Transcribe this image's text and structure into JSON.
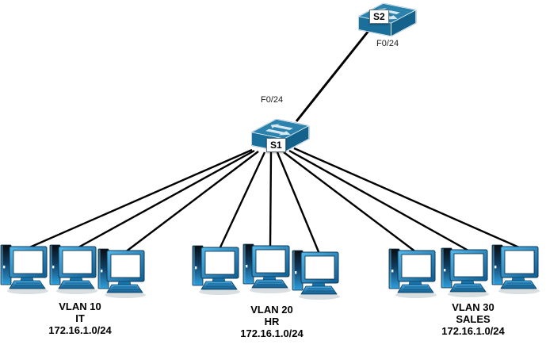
{
  "diagram_type": "network-topology",
  "devices": {
    "s2": {
      "label": "S2",
      "port_label": "F0/24",
      "type": "switch"
    },
    "s1": {
      "label": "S1",
      "port_label": "F0/24",
      "type": "switch"
    }
  },
  "trunk_link": {
    "from": "S1",
    "to": "S2",
    "from_port": "F0/24",
    "to_port": "F0/24"
  },
  "groups": [
    {
      "vlan": "VLAN 10",
      "department": "IT",
      "network": "172.16.1.0/24",
      "pc_count": 3
    },
    {
      "vlan": "VLAN 20",
      "department": "HR",
      "network": "172.16.1.0/24",
      "pc_count": 3
    },
    {
      "vlan": "VLAN 30",
      "department": "SALES",
      "network": "172.16.1.0/24",
      "pc_count": 3
    }
  ],
  "colors": {
    "background": "#ffffff",
    "link": "#000000",
    "switch_top": "#2b83ad",
    "switch_front": "#1b6f9b",
    "switch_side": "#14628c",
    "pc_blue_light": "#56b8ea",
    "pc_blue_dark": "#0f5c90",
    "label_text": "#000000"
  }
}
